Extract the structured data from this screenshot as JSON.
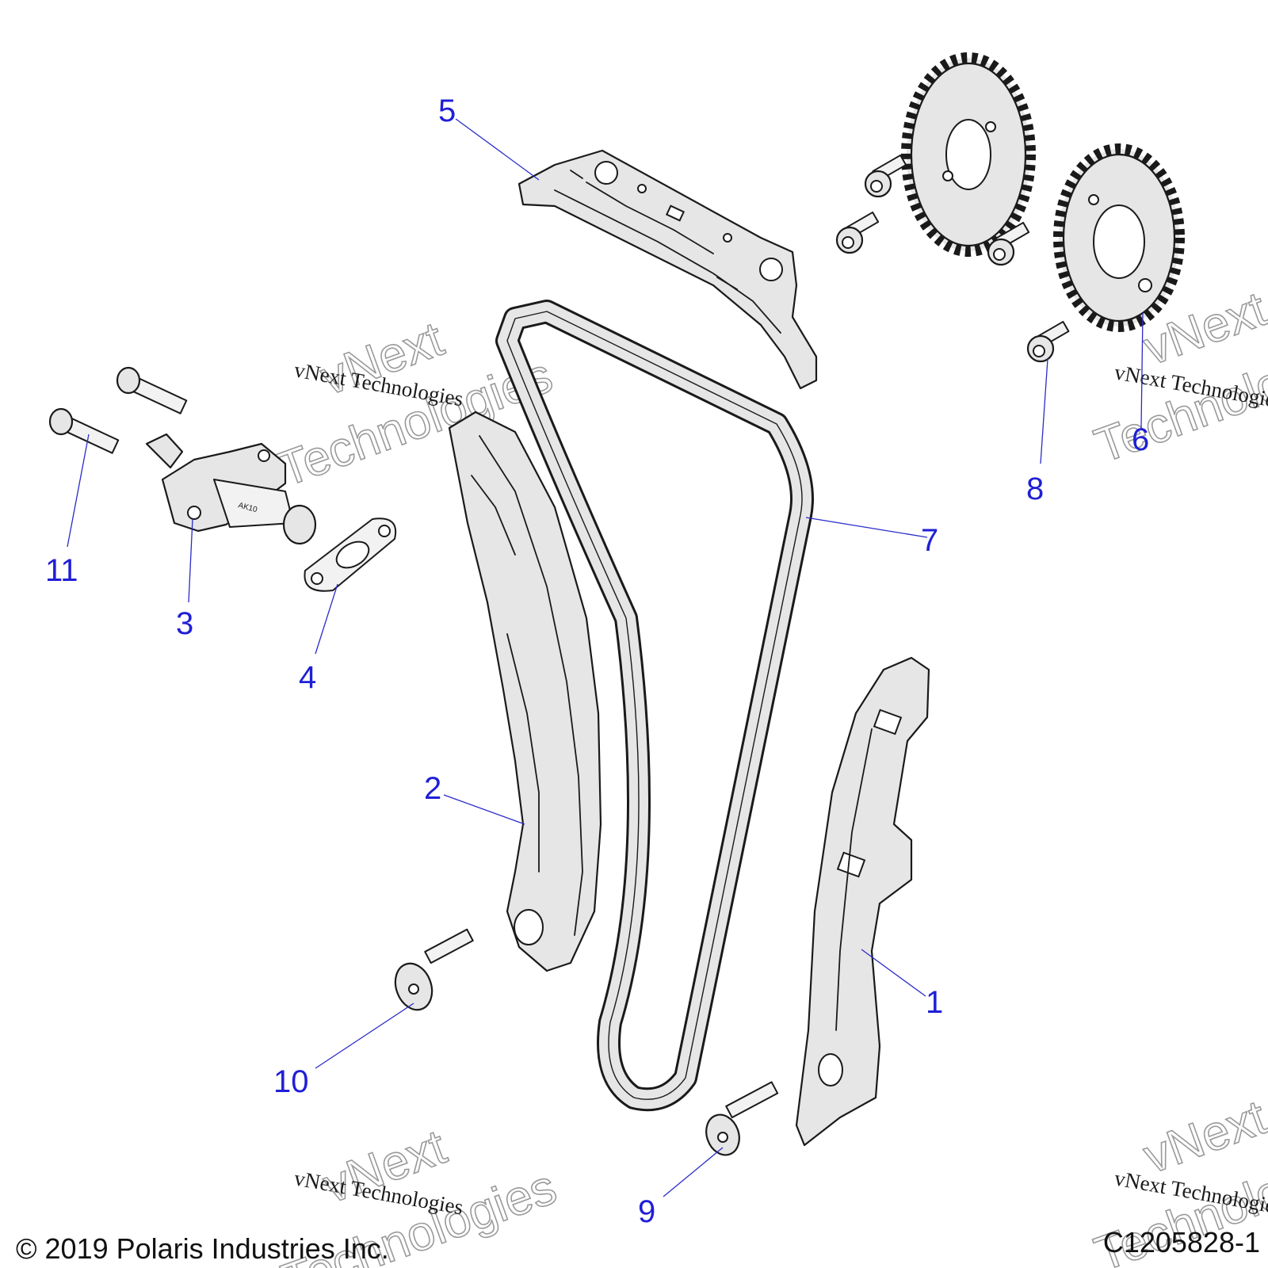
{
  "callouts": [
    {
      "id": "1",
      "label": "1"
    },
    {
      "id": "2",
      "label": "2"
    },
    {
      "id": "3",
      "label": "3"
    },
    {
      "id": "4",
      "label": "4"
    },
    {
      "id": "5",
      "label": "5"
    },
    {
      "id": "6",
      "label": "6"
    },
    {
      "id": "7",
      "label": "7"
    },
    {
      "id": "8",
      "label": "8"
    },
    {
      "id": "9",
      "label": "9"
    },
    {
      "id": "10",
      "label": "10"
    },
    {
      "id": "11",
      "label": "11"
    }
  ],
  "watermark": {
    "line": "vNext Technologies",
    "word1": "vNext",
    "word2": "Technologies"
  },
  "tensioner_mark": "AK10",
  "footer": {
    "copyright": "© 2019 Polaris Industries Inc.",
    "drawing_number": "C1205828-1"
  },
  "colors": {
    "callout": "#1f1fd6",
    "leader": "#2b2bc8",
    "part_fill": "#e6e6e6",
    "outline": "#1a1a1a"
  }
}
